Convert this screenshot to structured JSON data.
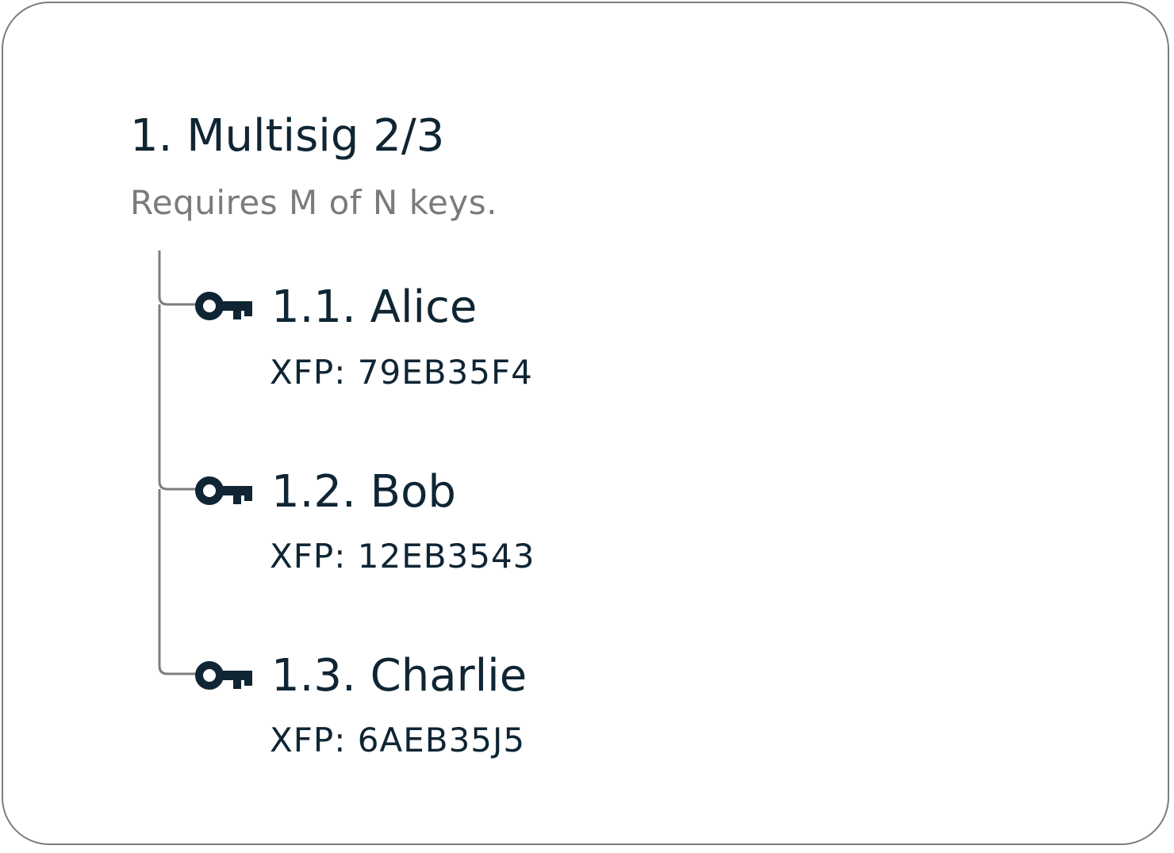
{
  "policy": {
    "title": "1. Multisig 2/3",
    "description": "Requires M of N keys."
  },
  "keys": [
    {
      "name": "1.1. Alice",
      "xfp": "XFP: 79EB35F4",
      "icon": "key-icon"
    },
    {
      "name": "1.2. Bob",
      "xfp": "XFP: 12EB3543",
      "icon": "key-icon"
    },
    {
      "name": "1.3. Charlie",
      "xfp": "XFP: 6AEB35J5",
      "icon": "key-icon"
    }
  ],
  "colors": {
    "text_primary": "#0f2533",
    "text_secondary": "#7b7b7b",
    "border": "#7d7d7d",
    "tree_line": "#7d7d7d"
  }
}
